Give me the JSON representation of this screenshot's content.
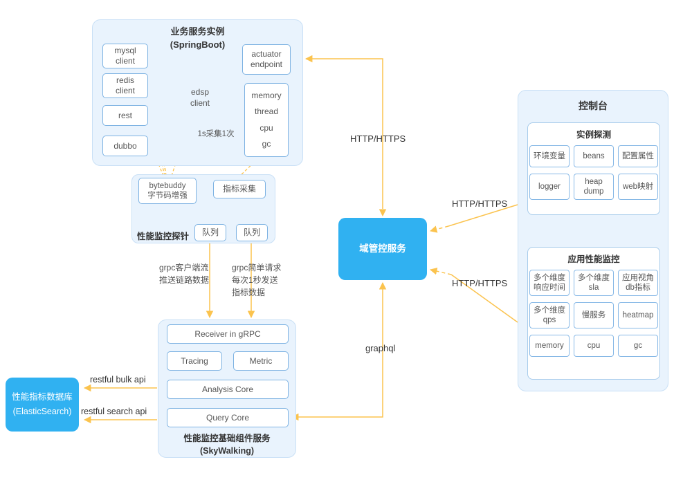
{
  "springboot": {
    "title": "业务服务实例\n(SpringBoot)",
    "clients": [
      "mysql\nclient",
      "redis\nclient",
      "rest",
      "dubbo"
    ],
    "edsp": "edsp\nclient",
    "collect_note": "1s采集1次",
    "actuator": "actuator\nendpoint",
    "metrics": [
      "memory",
      "thread",
      "cpu",
      "gc"
    ]
  },
  "probe": {
    "label": "性能监控探针",
    "bytebuddy": "bytebuddy\n字节码增强",
    "metric_collect": "指标采集",
    "queues": [
      "队列",
      "队列"
    ]
  },
  "flows": {
    "trace": "grpc客户端流\n推送链路数据",
    "metric": "grpc简单请求\n每次1秒发送\n指标数据",
    "http_top": "HTTP/HTTPS",
    "http_mid": "HTTP/HTTPS",
    "http_bottom": "HTTP/HTTPS",
    "graphql": "graphql",
    "bulk_api": "restful bulk api",
    "search_api": "restful search api"
  },
  "skywalking": {
    "receiver": "Receiver in gRPC",
    "tracing": "Tracing",
    "metric": "Metric",
    "analysis": "Analysis Core",
    "query": "Query Core",
    "footer": "性能监控基础组件服务\n(SkyWalking)"
  },
  "elasticsearch": {
    "label": "性能指标数据库\n(ElasticSearch)"
  },
  "domain_service": {
    "label": "域管控服务"
  },
  "console": {
    "title": "控制台",
    "probe_section": {
      "title": "实例探测",
      "items": [
        "环境变量",
        "beans",
        "配置属性",
        "logger",
        "heap\ndump",
        "web映射"
      ]
    },
    "apm_section": {
      "title": "应用性能监控",
      "items": [
        "多个维度\n响应时间",
        "多个维度\nsla",
        "应用视角\ndb指标",
        "多个维度\nqps",
        "慢服务",
        "heatmap",
        "memory",
        "cpu",
        "gc"
      ]
    }
  },
  "colors": {
    "accent_blue": "#30b1f1",
    "arrow": "#fbc34e"
  }
}
